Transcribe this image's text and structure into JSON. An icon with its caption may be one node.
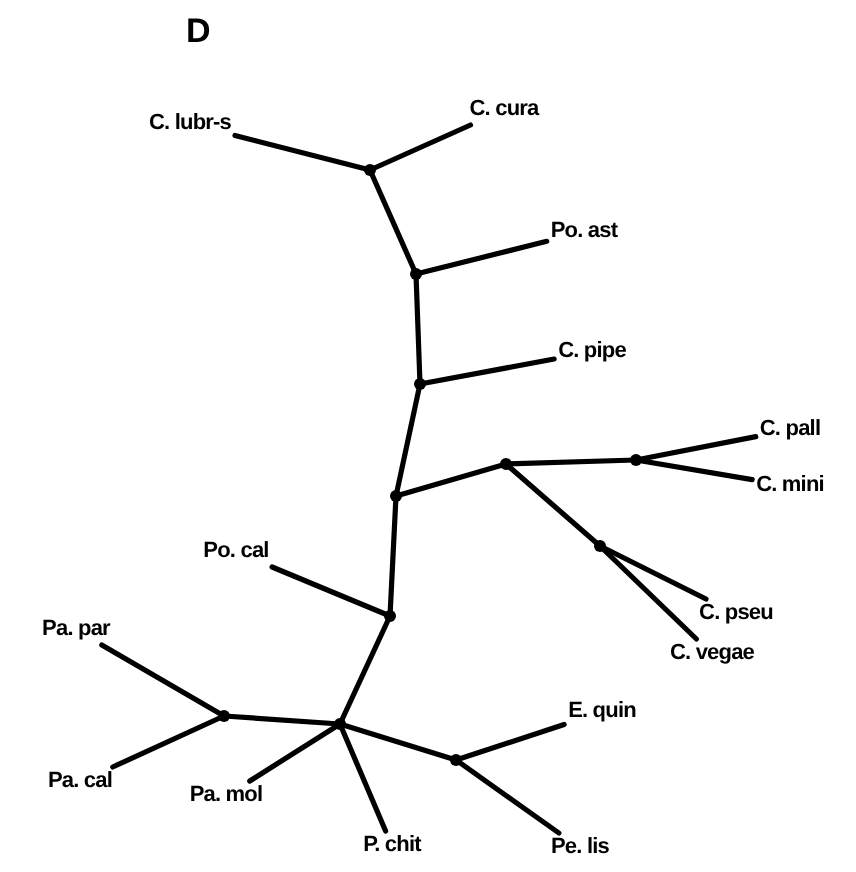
{
  "diagram": {
    "title": "D",
    "nodes": [
      {
        "text": [
          "C. lubr-s"
        ]
      },
      {
        "text": [
          "C. cura"
        ]
      },
      {
        "text": [
          "Po. ast"
        ]
      },
      {
        "text": [
          "C. pipe"
        ]
      },
      {
        "text": [
          "C. pall"
        ]
      },
      {
        "text": [
          "C. mini"
        ]
      },
      {
        "text": [
          "Po. cal"
        ]
      },
      {
        "text": [
          "C. pseu"
        ]
      },
      {
        "text": [
          "C. vegae"
        ]
      },
      {
        "text": [
          "Pa. par"
        ]
      },
      {
        "text": [
          "E. quin"
        ]
      },
      {
        "text": [
          "Pa. cal"
        ]
      },
      {
        "text": [
          "Pa. mol"
        ]
      },
      {
        "text": [
          "P. chit"
        ]
      },
      {
        "text": [
          "Pe. lis"
        ]
      },
      {
        "text": [],
        "shape": "dot"
      },
      {
        "text": [],
        "shape": "dot"
      },
      {
        "text": [],
        "shape": "dot"
      },
      {
        "text": [],
        "shape": "dot"
      },
      {
        "text": [],
        "shape": "dot"
      },
      {
        "text": [],
        "shape": "dot"
      },
      {
        "text": [],
        "shape": "dot"
      },
      {
        "text": [],
        "shape": "dot"
      },
      {
        "text": [],
        "shape": "dot"
      },
      {
        "text": [],
        "shape": "dot"
      },
      {
        "text": [],
        "shape": "dot"
      }
    ],
    "edges": [
      {
        "from": 15,
        "to": 0,
        "arrow": "none"
      },
      {
        "from": 15,
        "to": 1,
        "arrow": "none"
      },
      {
        "from": 15,
        "to": 16,
        "arrow": "none"
      },
      {
        "from": 16,
        "to": 2,
        "arrow": "none"
      },
      {
        "from": 16,
        "to": 17,
        "arrow": "none"
      },
      {
        "from": 17,
        "to": 3,
        "arrow": "none"
      },
      {
        "from": 17,
        "to": 18,
        "arrow": "none"
      },
      {
        "from": 18,
        "to": 19,
        "arrow": "none"
      },
      {
        "from": 18,
        "to": 22,
        "arrow": "none"
      },
      {
        "from": 19,
        "to": 20,
        "arrow": "none"
      },
      {
        "from": 19,
        "to": 21,
        "arrow": "none"
      },
      {
        "from": 20,
        "to": 4,
        "arrow": "none"
      },
      {
        "from": 20,
        "to": 5,
        "arrow": "none"
      },
      {
        "from": 21,
        "to": 7,
        "arrow": "none"
      },
      {
        "from": 21,
        "to": 8,
        "arrow": "none"
      },
      {
        "from": 22,
        "to": 6,
        "arrow": "none"
      },
      {
        "from": 22,
        "to": 23,
        "arrow": "none"
      },
      {
        "from": 23,
        "to": 24,
        "arrow": "none"
      },
      {
        "from": 23,
        "to": 12,
        "arrow": "none"
      },
      {
        "from": 23,
        "to": 13,
        "arrow": "none"
      },
      {
        "from": 23,
        "to": 25,
        "arrow": "none"
      },
      {
        "from": 24,
        "to": 9,
        "arrow": "none"
      },
      {
        "from": 24,
        "to": 11,
        "arrow": "none"
      },
      {
        "from": 25,
        "to": 10,
        "arrow": "none"
      },
      {
        "from": 25,
        "to": 14,
        "arrow": "none"
      }
    ]
  }
}
